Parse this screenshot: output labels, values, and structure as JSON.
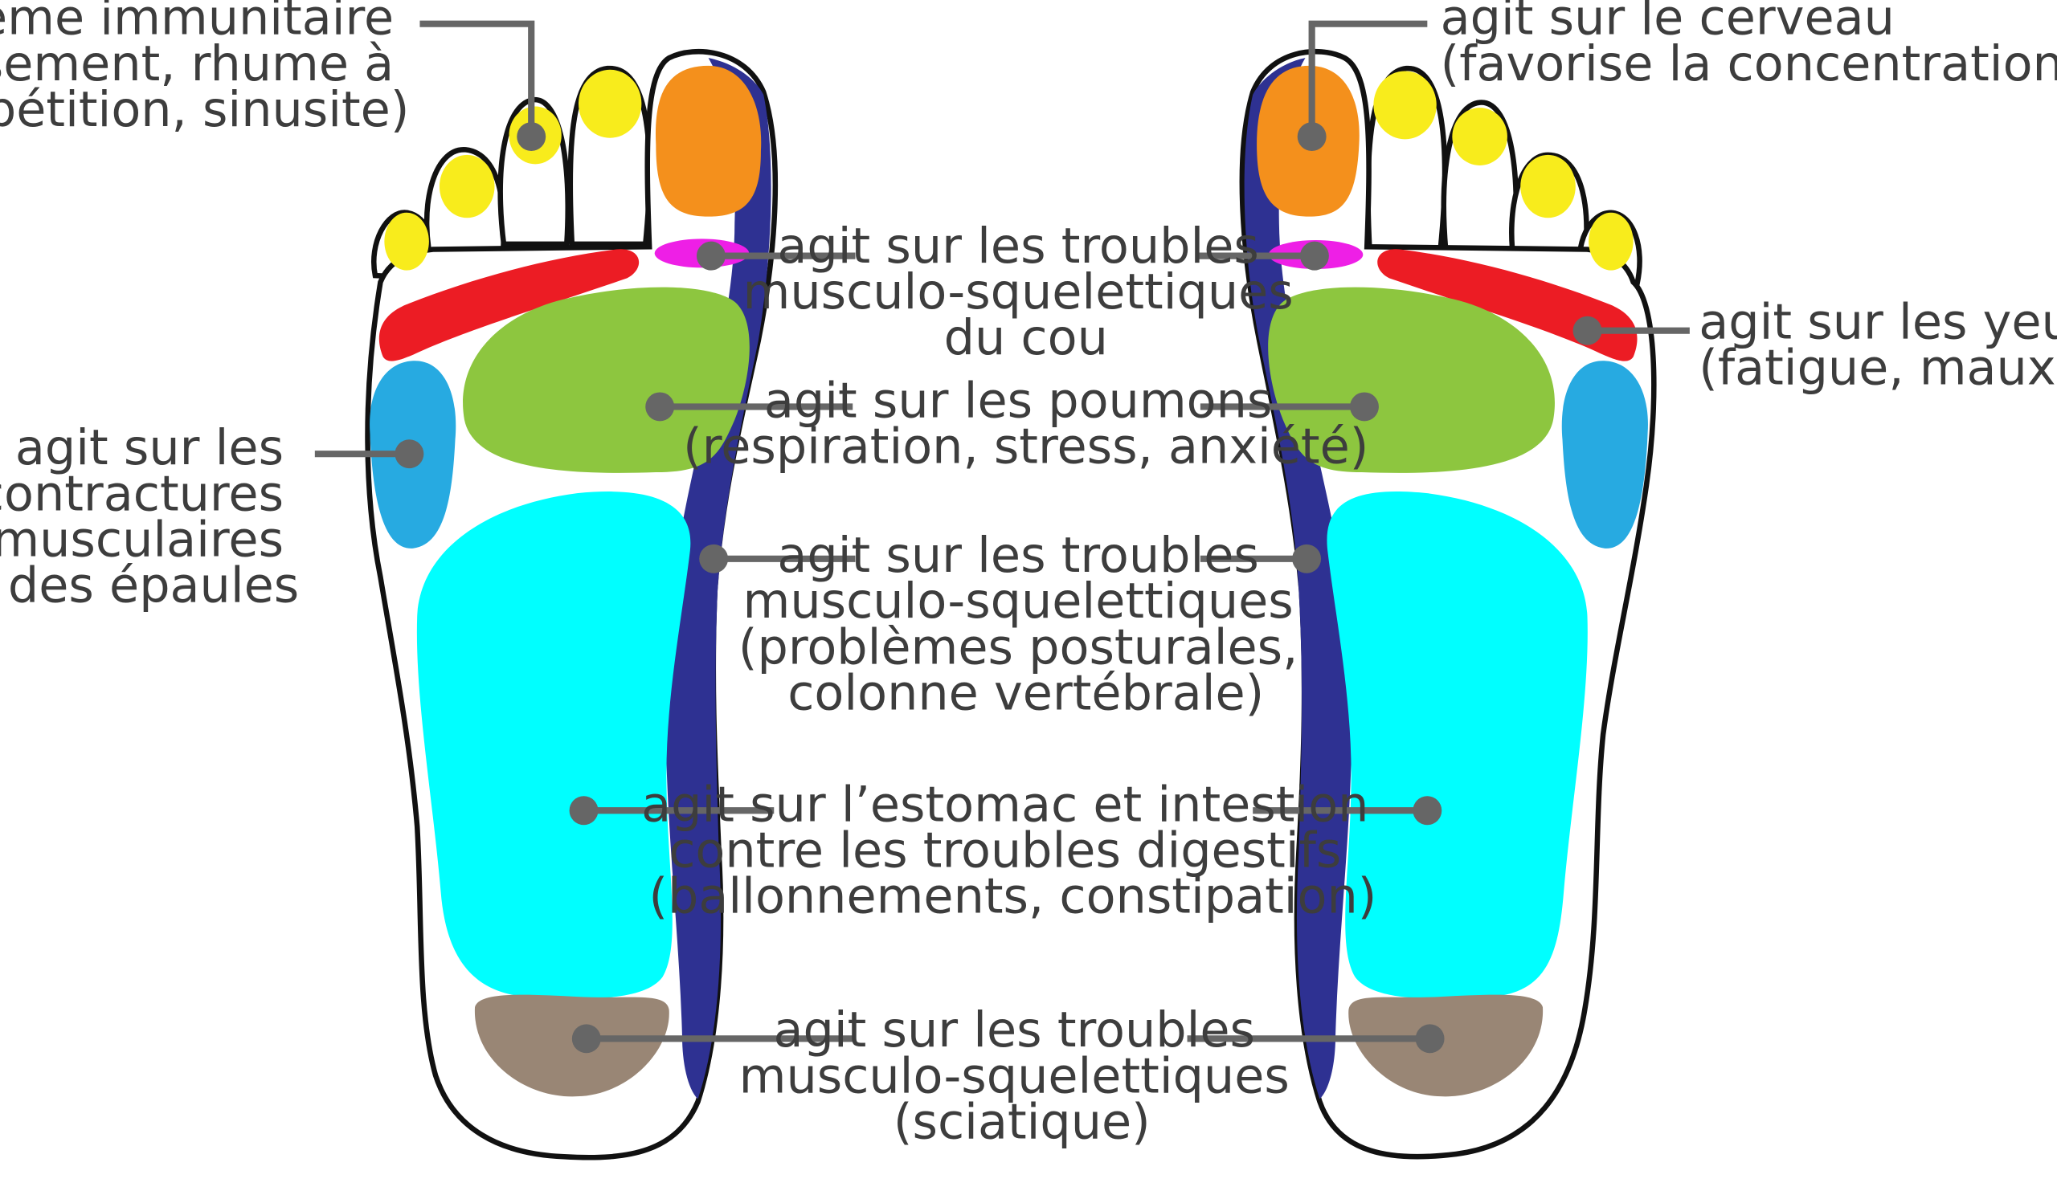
{
  "colors": {
    "toe": "#f8ec1c",
    "brain": "#f4901c",
    "neck": "#ee1fe6",
    "eyes": "#ec1c24",
    "lungs": "#8dc63f",
    "shoulders": "#27aae1",
    "digestive": "#00ffff",
    "spine": "#2e3192",
    "sciatic": "#998675",
    "leader": "#666666",
    "text": "#3d3d3d"
  },
  "labels": {
    "immune": [
      "agit système immunitaire",
      "(refroidissement, rhume à",
      "répétition, sinusite)"
    ],
    "brain": [
      "agit sur le cerveau",
      "(favorise la concentration générale)"
    ],
    "neck": [
      "agit sur les troubles",
      "musculo-squelettiques",
      "du cou"
    ],
    "eyes": [
      "agit sur les yeux",
      "(fatigue, maux de tête)"
    ],
    "lungs": [
      "agit sur les poumons",
      "(respiration, stress, anxiété)"
    ],
    "shoulders": [
      "agit sur les",
      "contractures",
      "musculaires",
      "des épaules"
    ],
    "spine": [
      "agit sur les troubles",
      "musculo-squelettiques",
      "(problèmes posturales,",
      "colonne vertébrale)"
    ],
    "digestive": [
      "agit sur l’estomac et intestion",
      "contre les troubles digestifs",
      "(ballonnements, constipation)"
    ],
    "sciatic": [
      "agit sur les troubles",
      "musculo-squelettiques",
      "(sciatique)"
    ]
  }
}
